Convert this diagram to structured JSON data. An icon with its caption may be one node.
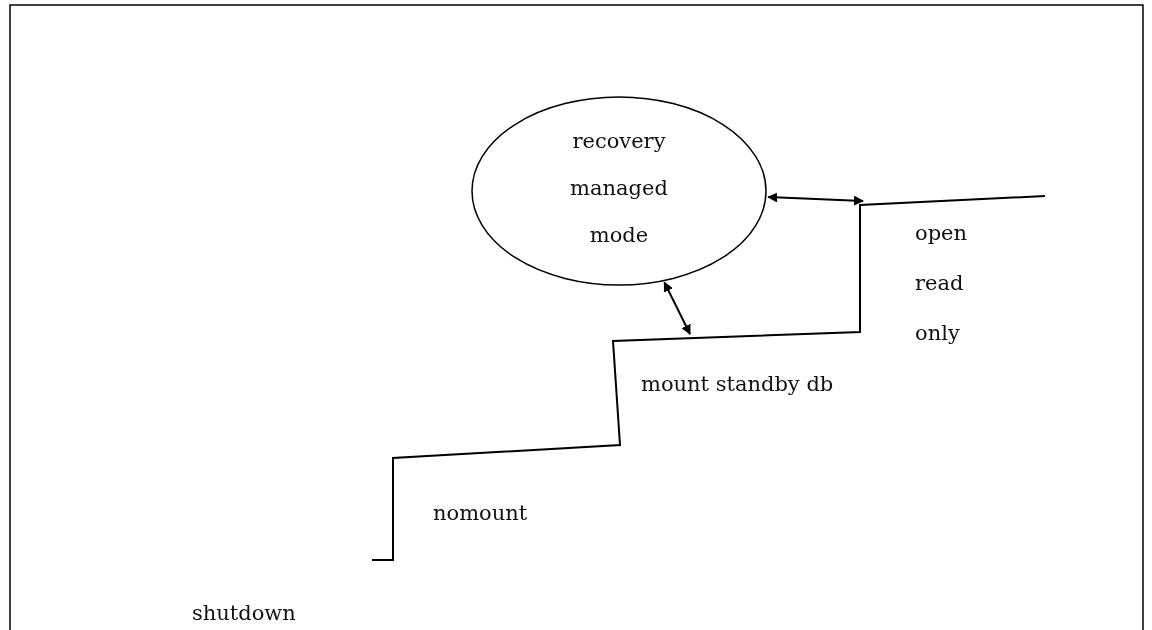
{
  "diagram": {
    "nodes": [
      {
        "text": [
          "recovery managed mode"
        ]
      },
      {
        "text": [
          "shutdown"
        ]
      },
      {
        "text": [
          "nomount"
        ]
      },
      {
        "text": [
          "mount standby db"
        ]
      },
      {
        "text": [
          "open read only"
        ]
      }
    ],
    "edges": [
      {
        "from": 0,
        "to": 3,
        "arrow": "both"
      },
      {
        "from": 0,
        "to": 4,
        "arrow": "both"
      }
    ]
  }
}
